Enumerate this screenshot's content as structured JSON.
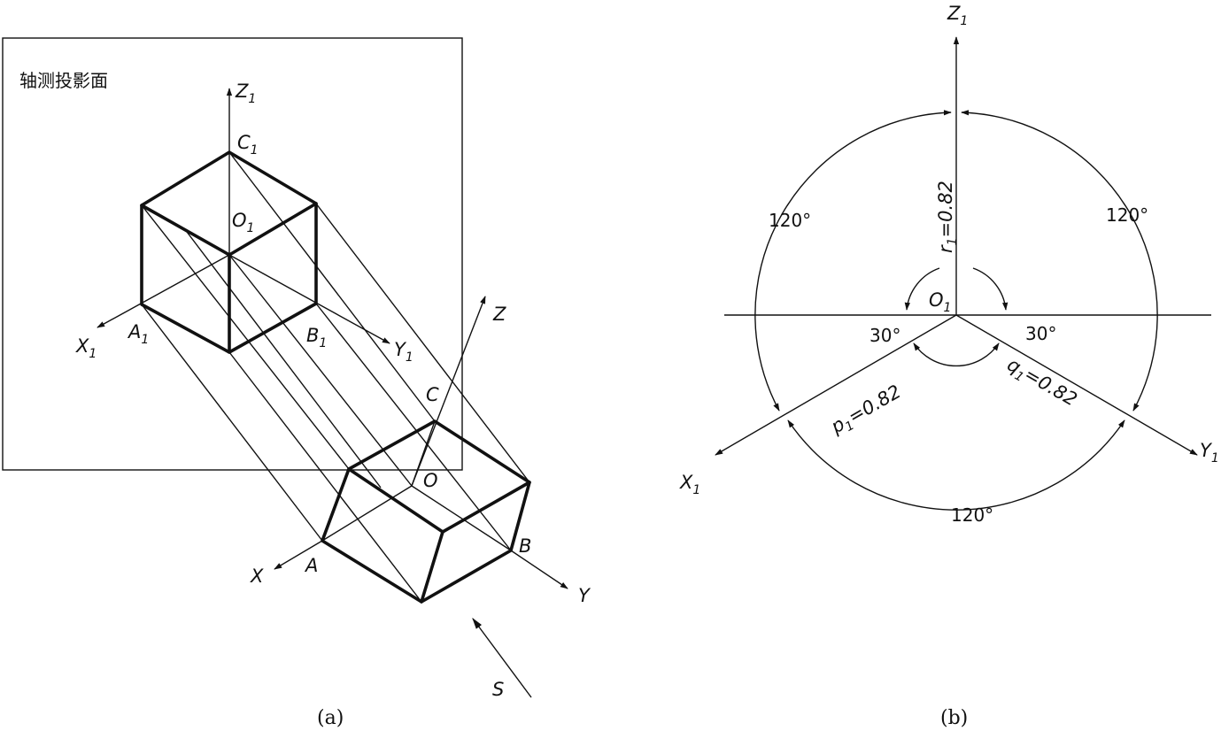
{
  "figure_a": {
    "plane_label": "轴测投影面",
    "caption": "(a)",
    "axes_projected": {
      "x": "X",
      "y": "Y",
      "z": "Z",
      "sub": "1"
    },
    "axes_object": {
      "x": "X",
      "y": "Y",
      "z": "Z"
    },
    "points_projected": {
      "a": "A",
      "b": "B",
      "c": "C",
      "o": "O",
      "sub": "1"
    },
    "points_object": {
      "a": "A",
      "b": "B",
      "c": "C",
      "o": "O"
    },
    "direction": "S"
  },
  "figure_b": {
    "caption": "(b)",
    "axes": {
      "x": "X",
      "y": "Y",
      "z": "Z",
      "sub": "1"
    },
    "origin": "O",
    "origin_sub": "1",
    "coeff_p": {
      "letter": "p",
      "sub": "1",
      "value": "=0.82"
    },
    "coeff_q": {
      "letter": "q",
      "sub": "1",
      "value": "=0.82"
    },
    "coeff_r": {
      "letter": "r",
      "sub": "1",
      "value": "=0.82"
    },
    "angle_120": "120°",
    "angle_30": "30°"
  }
}
